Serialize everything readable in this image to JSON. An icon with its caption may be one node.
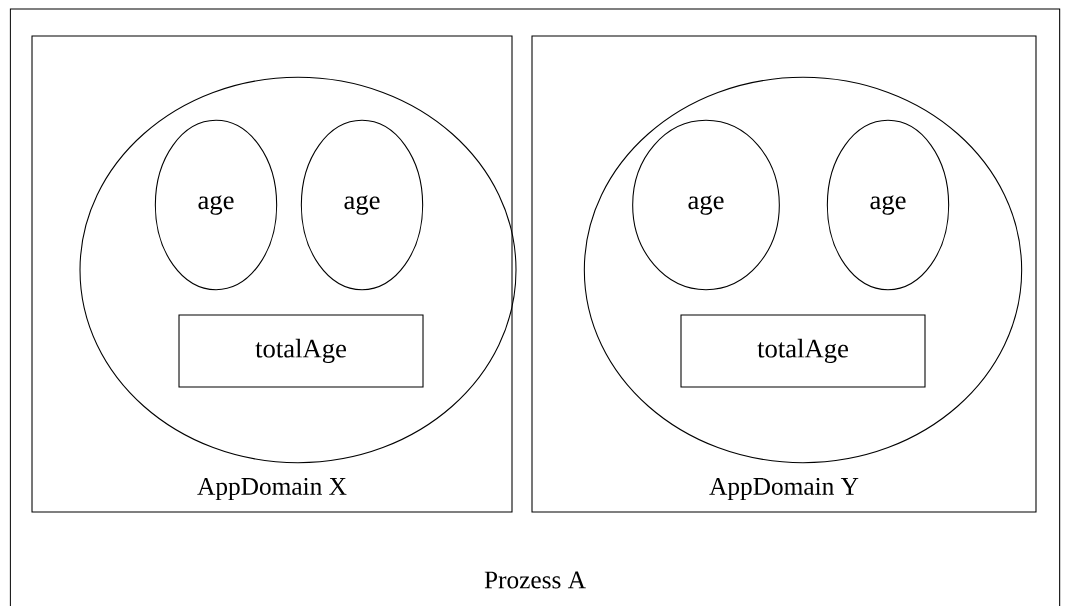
{
  "diagram": {
    "nodes": [
      {
        "text": [
          "Prozess A"
        ]
      },
      {
        "text": [
          "AppDomain X"
        ],
        "in": 0
      },
      {
        "text": [],
        "shape": "ellipse",
        "in": 1
      },
      {
        "text": [
          "age"
        ],
        "in": 2
      },
      {
        "text": [
          "age"
        ],
        "in": 2
      },
      {
        "text": [
          "totalAge"
        ],
        "in": 2
      },
      {
        "text": [
          "AppDomain Y"
        ],
        "in": 0
      },
      {
        "text": [],
        "shape": "ellipse",
        "in": 6
      },
      {
        "text": [
          "age"
        ],
        "in": 7
      },
      {
        "text": [
          "age"
        ],
        "in": 7
      },
      {
        "text": [
          "totalAge"
        ],
        "in": 7
      }
    ]
  }
}
